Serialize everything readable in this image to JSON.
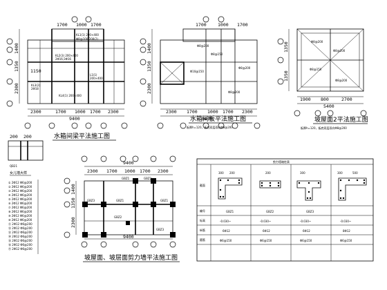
{
  "panels": {
    "water_tank_beam": {
      "title": "水箱间梁平法施工图",
      "dims_top": [
        "1700",
        "1000",
        "1700"
      ],
      "dims_bottom": [
        "2300",
        "1700",
        "1000",
        "1700",
        "2300"
      ],
      "dims_total": "9400",
      "dims_left": [
        "1400",
        "1350",
        "2300"
      ],
      "tag": "1150"
    },
    "water_tank_slab": {
      "title": "水箱间板平法施工图",
      "dims_top": [
        "1700",
        "1000",
        "1700"
      ],
      "dims_bottom": [
        "2300",
        "1700",
        "1000",
        "1700",
        "2300"
      ],
      "dims_total": "9400",
      "dims_left": [
        "1400",
        "1350",
        "2300"
      ],
      "note": "板厚h=120，板底双层双向Φ8@200"
    },
    "slope_roof_2": {
      "title": "坡屋面2平法施工图",
      "dims_bottom": [
        "1900",
        "800",
        "2700"
      ],
      "dims_total": "5400",
      "dims_left": [
        "1350",
        "1350"
      ],
      "note": "板厚h=120，板底双层双向Φ8@200"
    },
    "shear_wall": {
      "title": "坡屋面、坡层面剪力墙平法施工图",
      "dims_top": [
        "2300",
        "1700",
        "1000",
        "1700",
        "2300"
      ],
      "dims_total": "9400",
      "dims_left": [
        "1400",
        "1350",
        "2300"
      ],
      "labels": [
        "GBZ1",
        "GBZ2",
        "GBZ3",
        "GBZ1",
        "GBZ1",
        "GBZ2",
        "GBZ3"
      ]
    },
    "table": {
      "title": "剪力墙暗柱表",
      "row_labels": [
        "截面",
        "编号",
        "标高",
        "纵筋",
        "箍筋"
      ],
      "columns": [
        {
          "name": "GBZ1",
          "dim_a": "300",
          "dim_b": "200"
        },
        {
          "name": "GBZ2",
          "dim_a": "200",
          "dim_b": ""
        },
        {
          "name": "GBZ3",
          "dim_a": "300",
          "dim_b": ""
        },
        {
          "name": "",
          "dim_a": "300",
          "dim_b": "500"
        }
      ]
    },
    "detail": {
      "dims": [
        "200",
        "200"
      ],
      "title": "女儿墙大样",
      "code": "QB21"
    }
  }
}
